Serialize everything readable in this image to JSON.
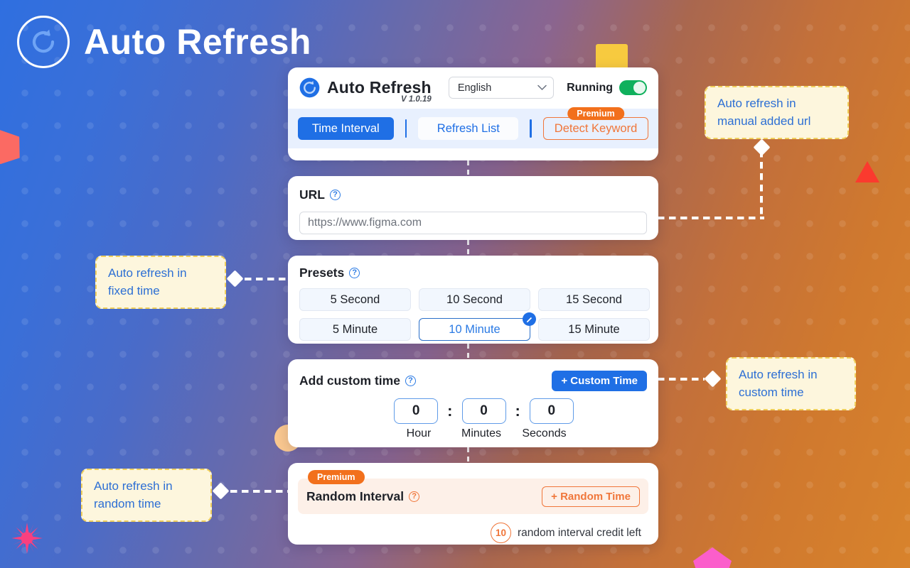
{
  "page": {
    "title": "Auto Refresh",
    "logo_icon": "refresh-circle-icon"
  },
  "header": {
    "app_name": "Auto Refresh",
    "version": "V 1.0.19",
    "logo_icon": "refresh-circle-icon",
    "language": {
      "selected": "English",
      "chevron_icon": "chevron-down-icon"
    },
    "status": {
      "label": "Running",
      "toggle_on": true,
      "toggle_color": "#0fb05c"
    },
    "tabs": [
      {
        "label": "Time Interval",
        "active": true
      },
      {
        "label": "Refresh List",
        "active": false
      },
      {
        "label": "Detect Keyword",
        "active": false,
        "badge": "Premium"
      }
    ]
  },
  "url_section": {
    "label": "URL",
    "help_icon": "help-circle-icon",
    "input_value": "https://www.figma.com"
  },
  "presets_section": {
    "label": "Presets",
    "help_icon": "help-circle-icon",
    "options": [
      {
        "label": "5 Second",
        "selected": false
      },
      {
        "label": "10 Second",
        "selected": false
      },
      {
        "label": "15 Second",
        "selected": false
      },
      {
        "label": "5 Minute",
        "selected": false
      },
      {
        "label": "10 Minute",
        "selected": true,
        "badge_icon": "edit-pencil-icon"
      },
      {
        "label": "15 Minute",
        "selected": false
      }
    ]
  },
  "custom_time_section": {
    "label": "Add custom time",
    "help_icon": "help-circle-icon",
    "add_button": "+ Custom Time",
    "hour_value": "0",
    "minutes_value": "0",
    "seconds_value": "0",
    "hour_label": "Hour",
    "minutes_label": "Minutes",
    "seconds_label": "Seconds",
    "separator": ":"
  },
  "random_section": {
    "badge": "Premium",
    "label": "Random Interval",
    "help_icon": "help-circle-icon",
    "add_button": "+ Random Time",
    "credit_count": "10",
    "credit_text": "random interval credit left"
  },
  "callouts": [
    {
      "name": "manual-url",
      "text": "Auto refresh in manual added url"
    },
    {
      "name": "fixed-time",
      "text": "Auto refresh in fixed time"
    },
    {
      "name": "custom-time",
      "text": "Auto refresh in custom time"
    },
    {
      "name": "random-time",
      "text": "Auto refresh in random time"
    }
  ],
  "colors": {
    "accent_blue": "#1f6fe5",
    "accent_orange": "#f2701c",
    "toggle_green": "#0fb05c",
    "callout_bg": "#fdf6dd",
    "callout_border": "#f0cf5a",
    "callout_text": "#2d6fd4"
  }
}
